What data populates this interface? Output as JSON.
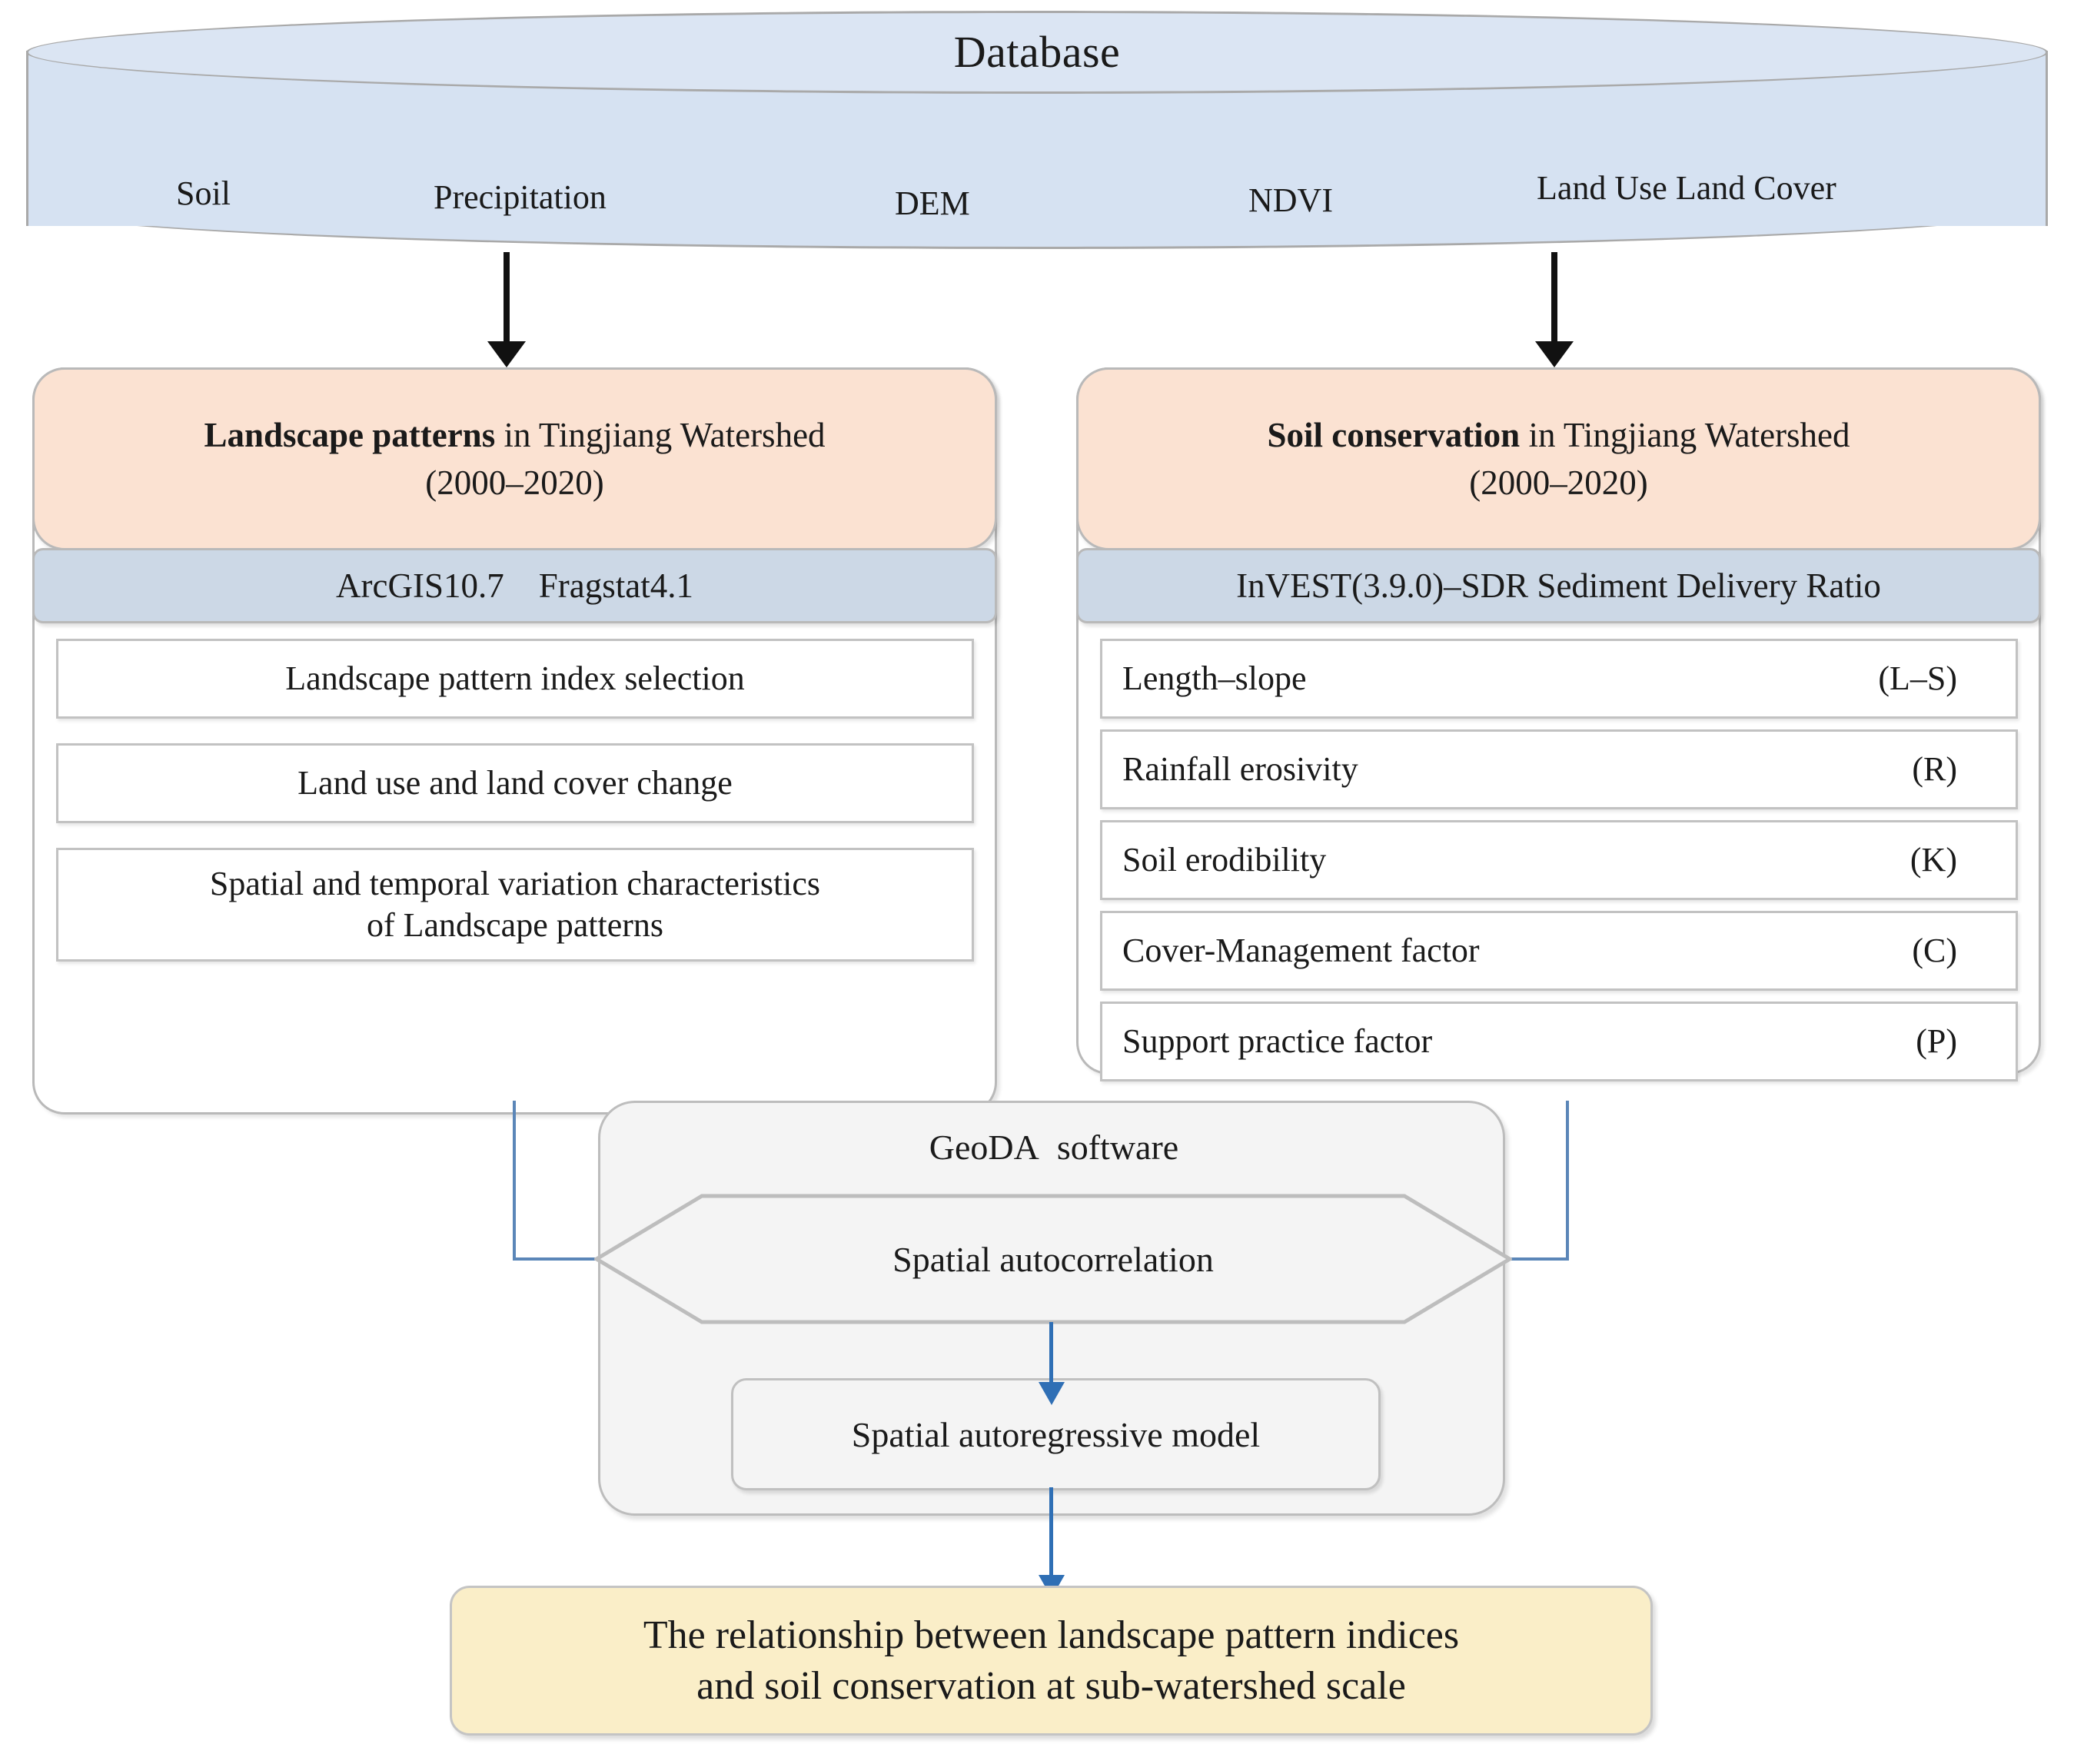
{
  "database": {
    "title": "Database",
    "sources": [
      {
        "key": "soil",
        "label": "Soil"
      },
      {
        "key": "precip",
        "label": "Precipitation"
      },
      {
        "key": "dem",
        "label": "DEM"
      },
      {
        "key": "ndvi",
        "label": "NDVI"
      },
      {
        "key": "lulc",
        "label": "Land Use Land Cover"
      }
    ]
  },
  "left_column": {
    "header_bold": "Landscape patterns",
    "header_rest": " in Tingjiang Watershed",
    "header_period": "(2000–2020)",
    "tools": "ArcGIS10.7 Fragstat4.1",
    "items": [
      {
        "label": "Landscape pattern index selection"
      },
      {
        "label": "Land use and land cover change"
      },
      {
        "label": "Spatial and temporal variation characteristics\nof Landscape patterns"
      }
    ]
  },
  "right_column": {
    "header_bold": "Soil conservation",
    "header_rest": " in Tingjiang Watershed",
    "header_period": "(2000–2020)",
    "tools": "InVEST(3.9.0)–SDR Sediment Delivery Ratio",
    "items": [
      {
        "name": "Length–slope",
        "code": "(L–S)"
      },
      {
        "name": "Rainfall erosivity",
        "code": "(R)"
      },
      {
        "name": "Soil erodibility",
        "code": "(K)"
      },
      {
        "name": "Cover-Management factor",
        "code": "(C)"
      },
      {
        "name": "Support practice factor",
        "code": "(P)"
      }
    ]
  },
  "geoda": {
    "title": "GeoDA software",
    "autocorrelation": "Spatial autocorrelation",
    "model": "Spatial autoregressive model"
  },
  "conclusion": {
    "line1": "The relationship between landscape pattern indices",
    "line2": "and soil conservation at sub-watershed scale"
  },
  "colors": {
    "database_fill": "#d6e2f2",
    "header_fill": "#fbe2d2",
    "tool_fill": "#ccd8e6",
    "geoda_fill": "#f4f4f4",
    "conclusion_fill": "#faeec8",
    "arrow_black": "#111111",
    "arrow_blue": "#2f6fb5",
    "connector_blue": "#5b86b8",
    "border_gray": "#b9b9b9"
  }
}
